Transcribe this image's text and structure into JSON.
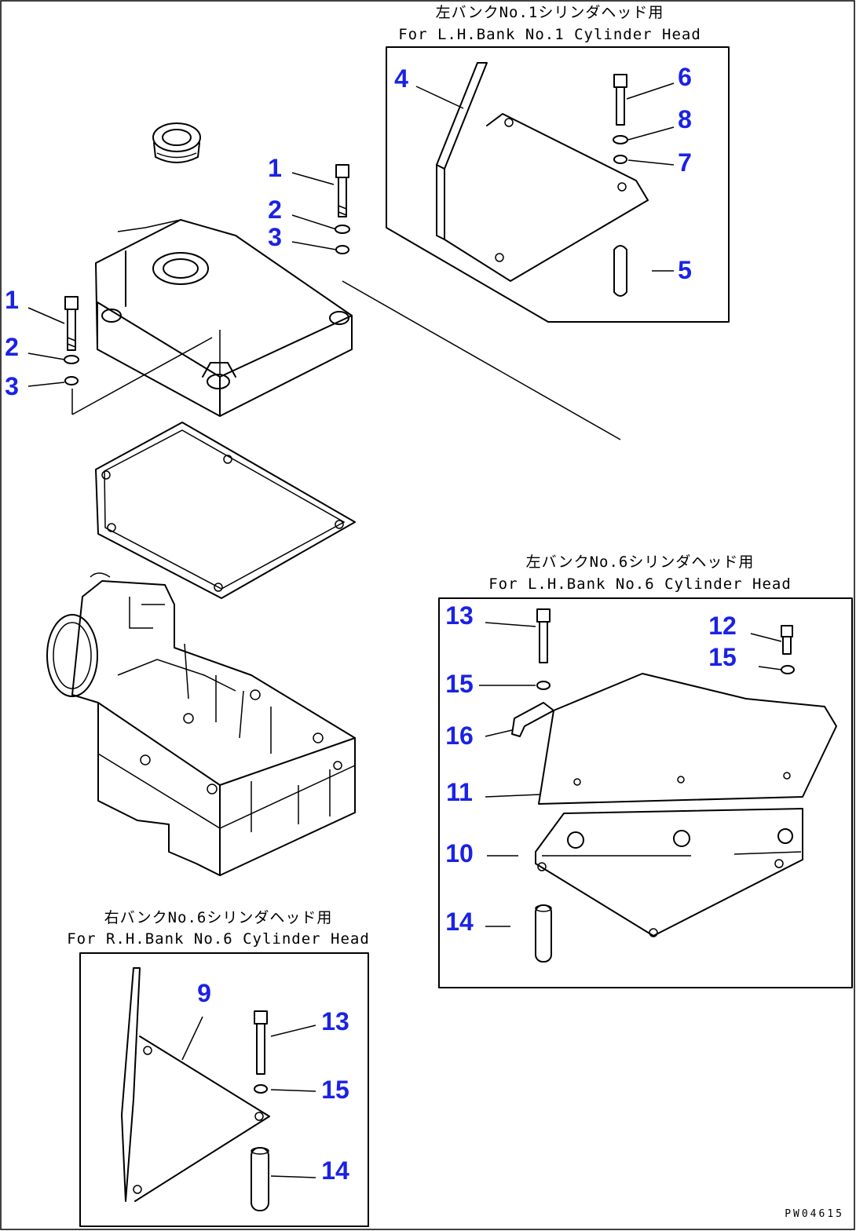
{
  "captions": {
    "lh_no1_jp": "左バンクNo.1シリンダヘッド用",
    "lh_no1_en": "For L.H.Bank No.1 Cylinder Head",
    "lh_no6_jp": "左バンクNo.6シリンダヘッド用",
    "lh_no6_en": "For L.H.Bank No.6 Cylinder Head",
    "rh_no6_jp": "右バンクNo.6シリンダヘッド用",
    "rh_no6_en": "For R.H.Bank No.6 Cylinder Head"
  },
  "callouts": {
    "main_1a": "1",
    "main_2a": "2",
    "main_3a": "3",
    "main_1b": "1",
    "main_2b": "2",
    "main_3b": "3",
    "lh1_4": "4",
    "lh1_6": "6",
    "lh1_8": "8",
    "lh1_7": "7",
    "lh1_5": "5",
    "lh6_13": "13",
    "lh6_12": "12",
    "lh6_15a": "15",
    "lh6_15b": "15",
    "lh6_16": "16",
    "lh6_11": "11",
    "lh6_10": "10",
    "lh6_14": "14",
    "rh6_9": "9",
    "rh6_13": "13",
    "rh6_15": "15",
    "rh6_14": "14"
  },
  "drawing_code": "PW04615"
}
